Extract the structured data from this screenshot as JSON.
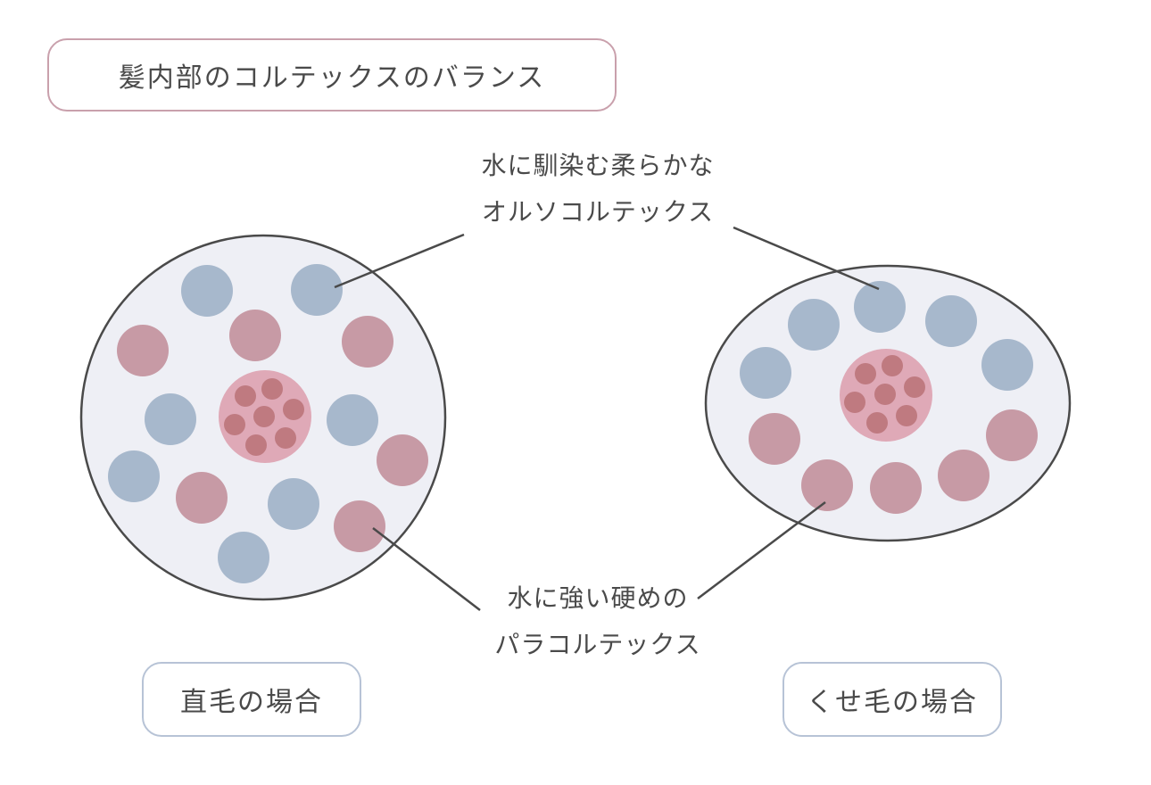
{
  "title": "髪内部のコルテックスのバランス",
  "callouts": {
    "ortho_line1": "水に馴染む柔らかな",
    "ortho_line2": "オルソコルテックス",
    "para_line1": "水に強い硬めの",
    "para_line2": "パラコルテックス"
  },
  "labels": {
    "straight": "直毛の場合",
    "curly": "くせ毛の場合"
  },
  "colors": {
    "ortho": "#a7b8cc",
    "para": "#c79aa5",
    "medulla": "#dfa9b7",
    "medulla_dot": "#bf7a80",
    "cross_section_fill": "#eeeff5",
    "outline": "#4a4a4a",
    "title_border": "#c9a0ac",
    "label_border": "#b7c3d6"
  }
}
